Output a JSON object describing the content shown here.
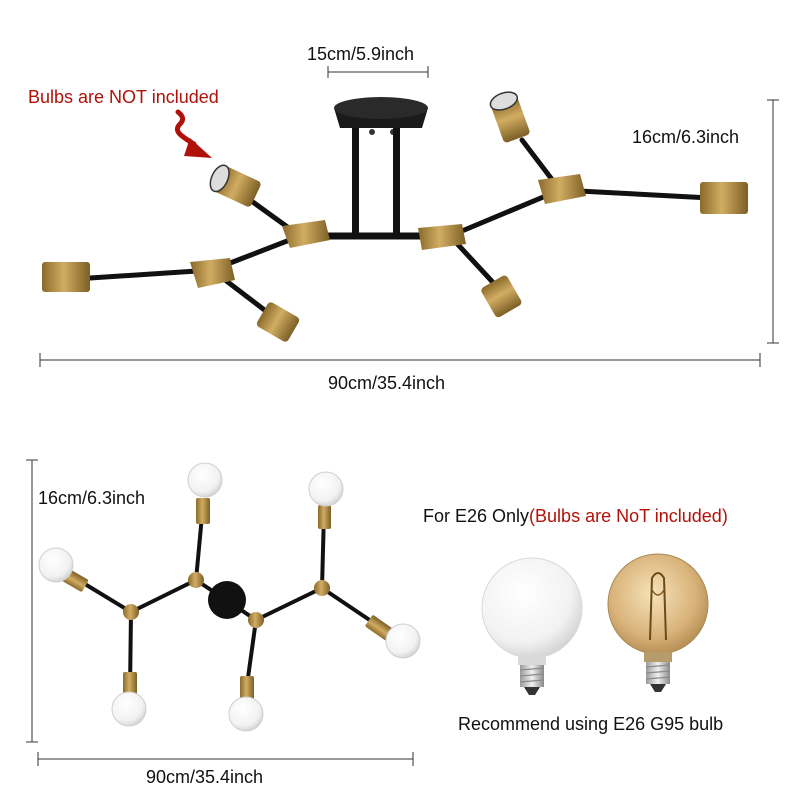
{
  "top_view": {
    "top_width_label": "15cm/5.9inch",
    "height_label": "16cm/6.3inch",
    "width_label": "90cm/35.4inch",
    "notice": "Bulbs are NOT included"
  },
  "bottom_view": {
    "height_label": "16cm/6.3inch",
    "width_label": "90cm/35.4inch"
  },
  "bulb_info": {
    "heading_prefix": "For E26 Only",
    "heading_note": "(Bulbs are NoT included)",
    "recommendation": "Recommend using E26 G95 bulb"
  },
  "colors": {
    "accent_red": "#b0120a",
    "brass": "#b8903f",
    "black": "#111111"
  }
}
